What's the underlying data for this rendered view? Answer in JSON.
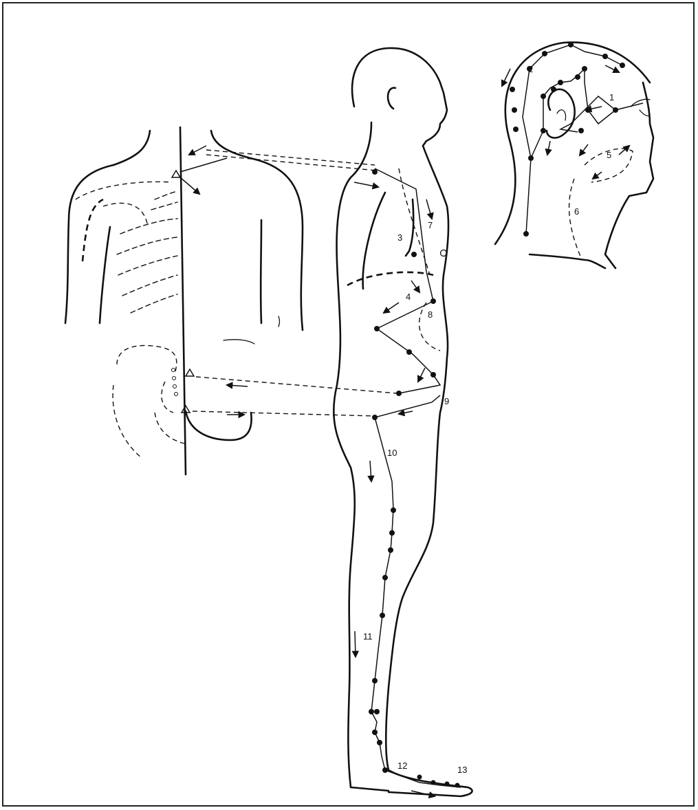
{
  "labels": {
    "n1": "1",
    "n2": "2",
    "n3": "3",
    "n4": "4",
    "n5": "5",
    "n6": "6",
    "n7": "7",
    "n8": "8",
    "n9": "9",
    "n10": "10",
    "n11": "11",
    "n12": "12",
    "n13": "13"
  },
  "colors": {
    "line": "#111111",
    "background": "#ffffff"
  },
  "icons": [
    "acupoint-dot",
    "flow-arrow",
    "triangle-marker"
  ]
}
